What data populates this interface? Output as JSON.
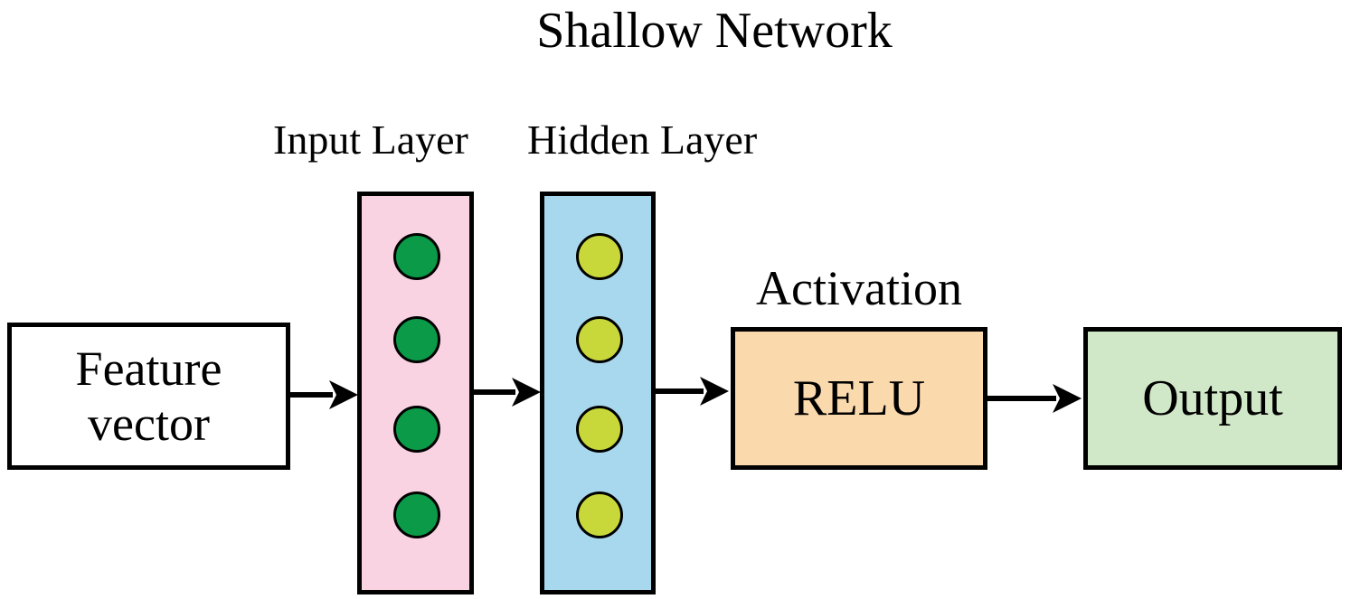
{
  "title": "Shallow Network",
  "input_layer": {
    "label": "Input Layer",
    "fill_color": "#fad3e3",
    "node_color": "#0a9a48",
    "node_count": 4
  },
  "hidden_layer": {
    "label": "Hidden Layer",
    "fill_color": "#a8d8ee",
    "node_color": "#c8d83a",
    "node_count": 4
  },
  "feature_box": {
    "line1": "Feature",
    "line2": "vector"
  },
  "activation": {
    "label": "Activation",
    "box_text": "RELU",
    "fill_color": "#fad9ad"
  },
  "output": {
    "box_text": "Output",
    "fill_color": "#d0e8c8"
  }
}
